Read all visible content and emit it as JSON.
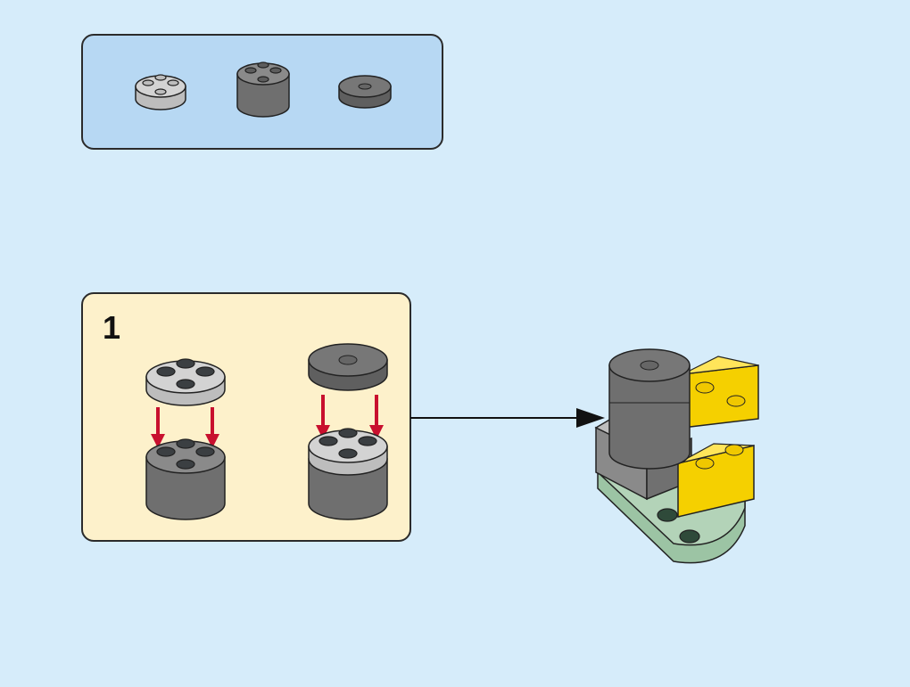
{
  "step": {
    "number": "1"
  },
  "parts": [
    {
      "name": "round-plate-2x2-light-gray",
      "color": "#c8c8c8"
    },
    {
      "name": "round-brick-2x2-dark-gray",
      "color": "#7a7a7a"
    },
    {
      "name": "round-tile-2x2-dark-gray",
      "color": "#6e6e6e"
    }
  ],
  "colors": {
    "background": "#d6ecfa",
    "parts_box": "#b7d8f3",
    "step_box": "#fdf1cb",
    "arrow_red": "#c8102e",
    "stud_dark": "#3b3f42",
    "sand_green": "#9cc4a4",
    "yellow": "#f5d000"
  }
}
